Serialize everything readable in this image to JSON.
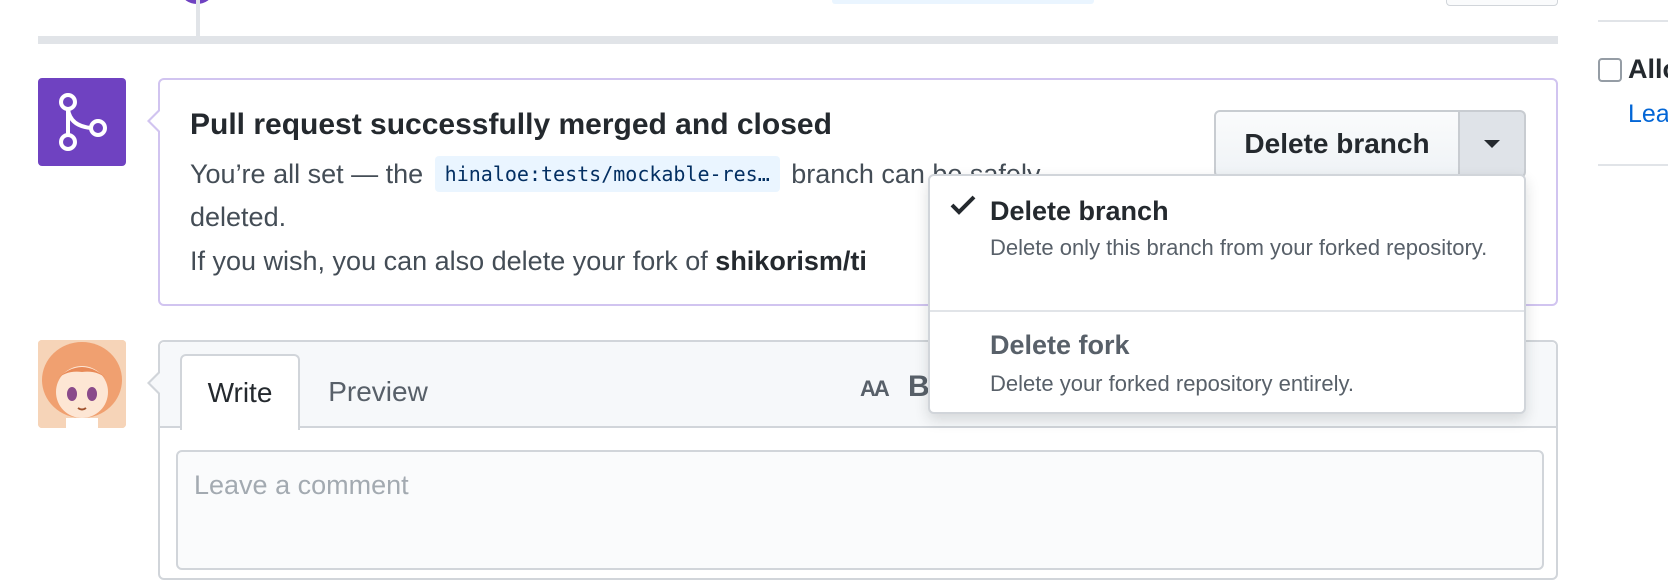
{
  "merge": {
    "title": "Pull request successfully merged and closed",
    "line1_prefix": "You’re all set — the",
    "branch": "hinaloe:tests/mockable-res…",
    "line1_suffix": "branch can be safely",
    "line2": "deleted.",
    "line3_prefix": "If you wish, you can also delete your fork of",
    "line3_repo": "shikorism/ti"
  },
  "actions": {
    "delete_branch_label": "Delete branch"
  },
  "dropdown": {
    "items": [
      {
        "title": "Delete branch",
        "description": "Delete only this branch from your forked repository.",
        "selected": true
      },
      {
        "title": "Delete fork",
        "description": "Delete your forked repository entirely.",
        "selected": false
      }
    ]
  },
  "comment": {
    "tabs": [
      {
        "label": "Write",
        "active": true
      },
      {
        "label": "Preview",
        "active": false
      }
    ],
    "toolbar": {
      "heading_icon_label": "AA",
      "bold_icon_label": "B"
    },
    "placeholder": "Leave a comment"
  },
  "sidebar": {
    "checkbox_label": "Allo",
    "link_text": "Lea"
  },
  "colors": {
    "merged_purple": "#6f42c1",
    "link_blue": "#0366d6",
    "branch_chip_bg": "#eaf5ff"
  }
}
